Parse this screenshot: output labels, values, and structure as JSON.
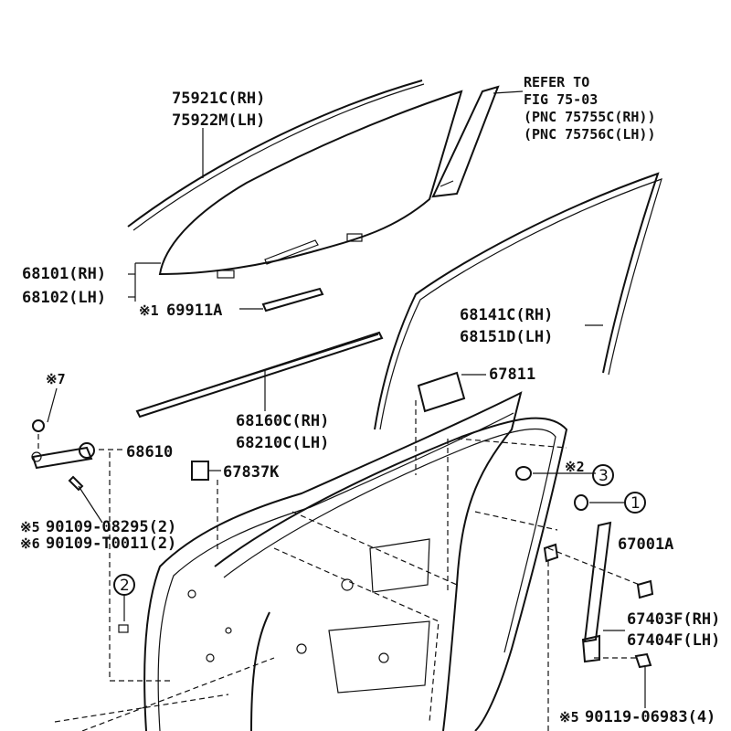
{
  "labels": {
    "glass_rh": "75921C(RH)",
    "glass_lh": "75922M(LH)",
    "refer_1": "REFER TO",
    "refer_2": "FIG 75-03",
    "refer_3": "(PNC 75755C(RH))",
    "refer_4": "(PNC 75756C(LH))",
    "sub_rh": "68101(RH)",
    "sub_lh": "68102(LH)",
    "note1_mark": "※1",
    "note1_part": "69911A",
    "run_rh": "68141C(RH)",
    "run_lh": "68151D(LH)",
    "weather_rh": "68160C(RH)",
    "weather_lh": "68210C(LH)",
    "part_67811": "67811",
    "note7_mark": "※7",
    "part_68610": "68610",
    "part_67837k": "67837K",
    "note2_mark": "※2",
    "callout_3": "3",
    "callout_1": "1",
    "callout_2": "2",
    "part_67001a": "67001A",
    "bolt_a_mark": "※5",
    "bolt_a": "90109-08295(2)",
    "bolt_b_mark": "※6",
    "bolt_b": "90109-T0011(2)",
    "seal_rh": "67403F(RH)",
    "seal_lh": "67404F(LH)",
    "bolt_c_mark": "※5",
    "bolt_c": "90119-06983(4)"
  }
}
